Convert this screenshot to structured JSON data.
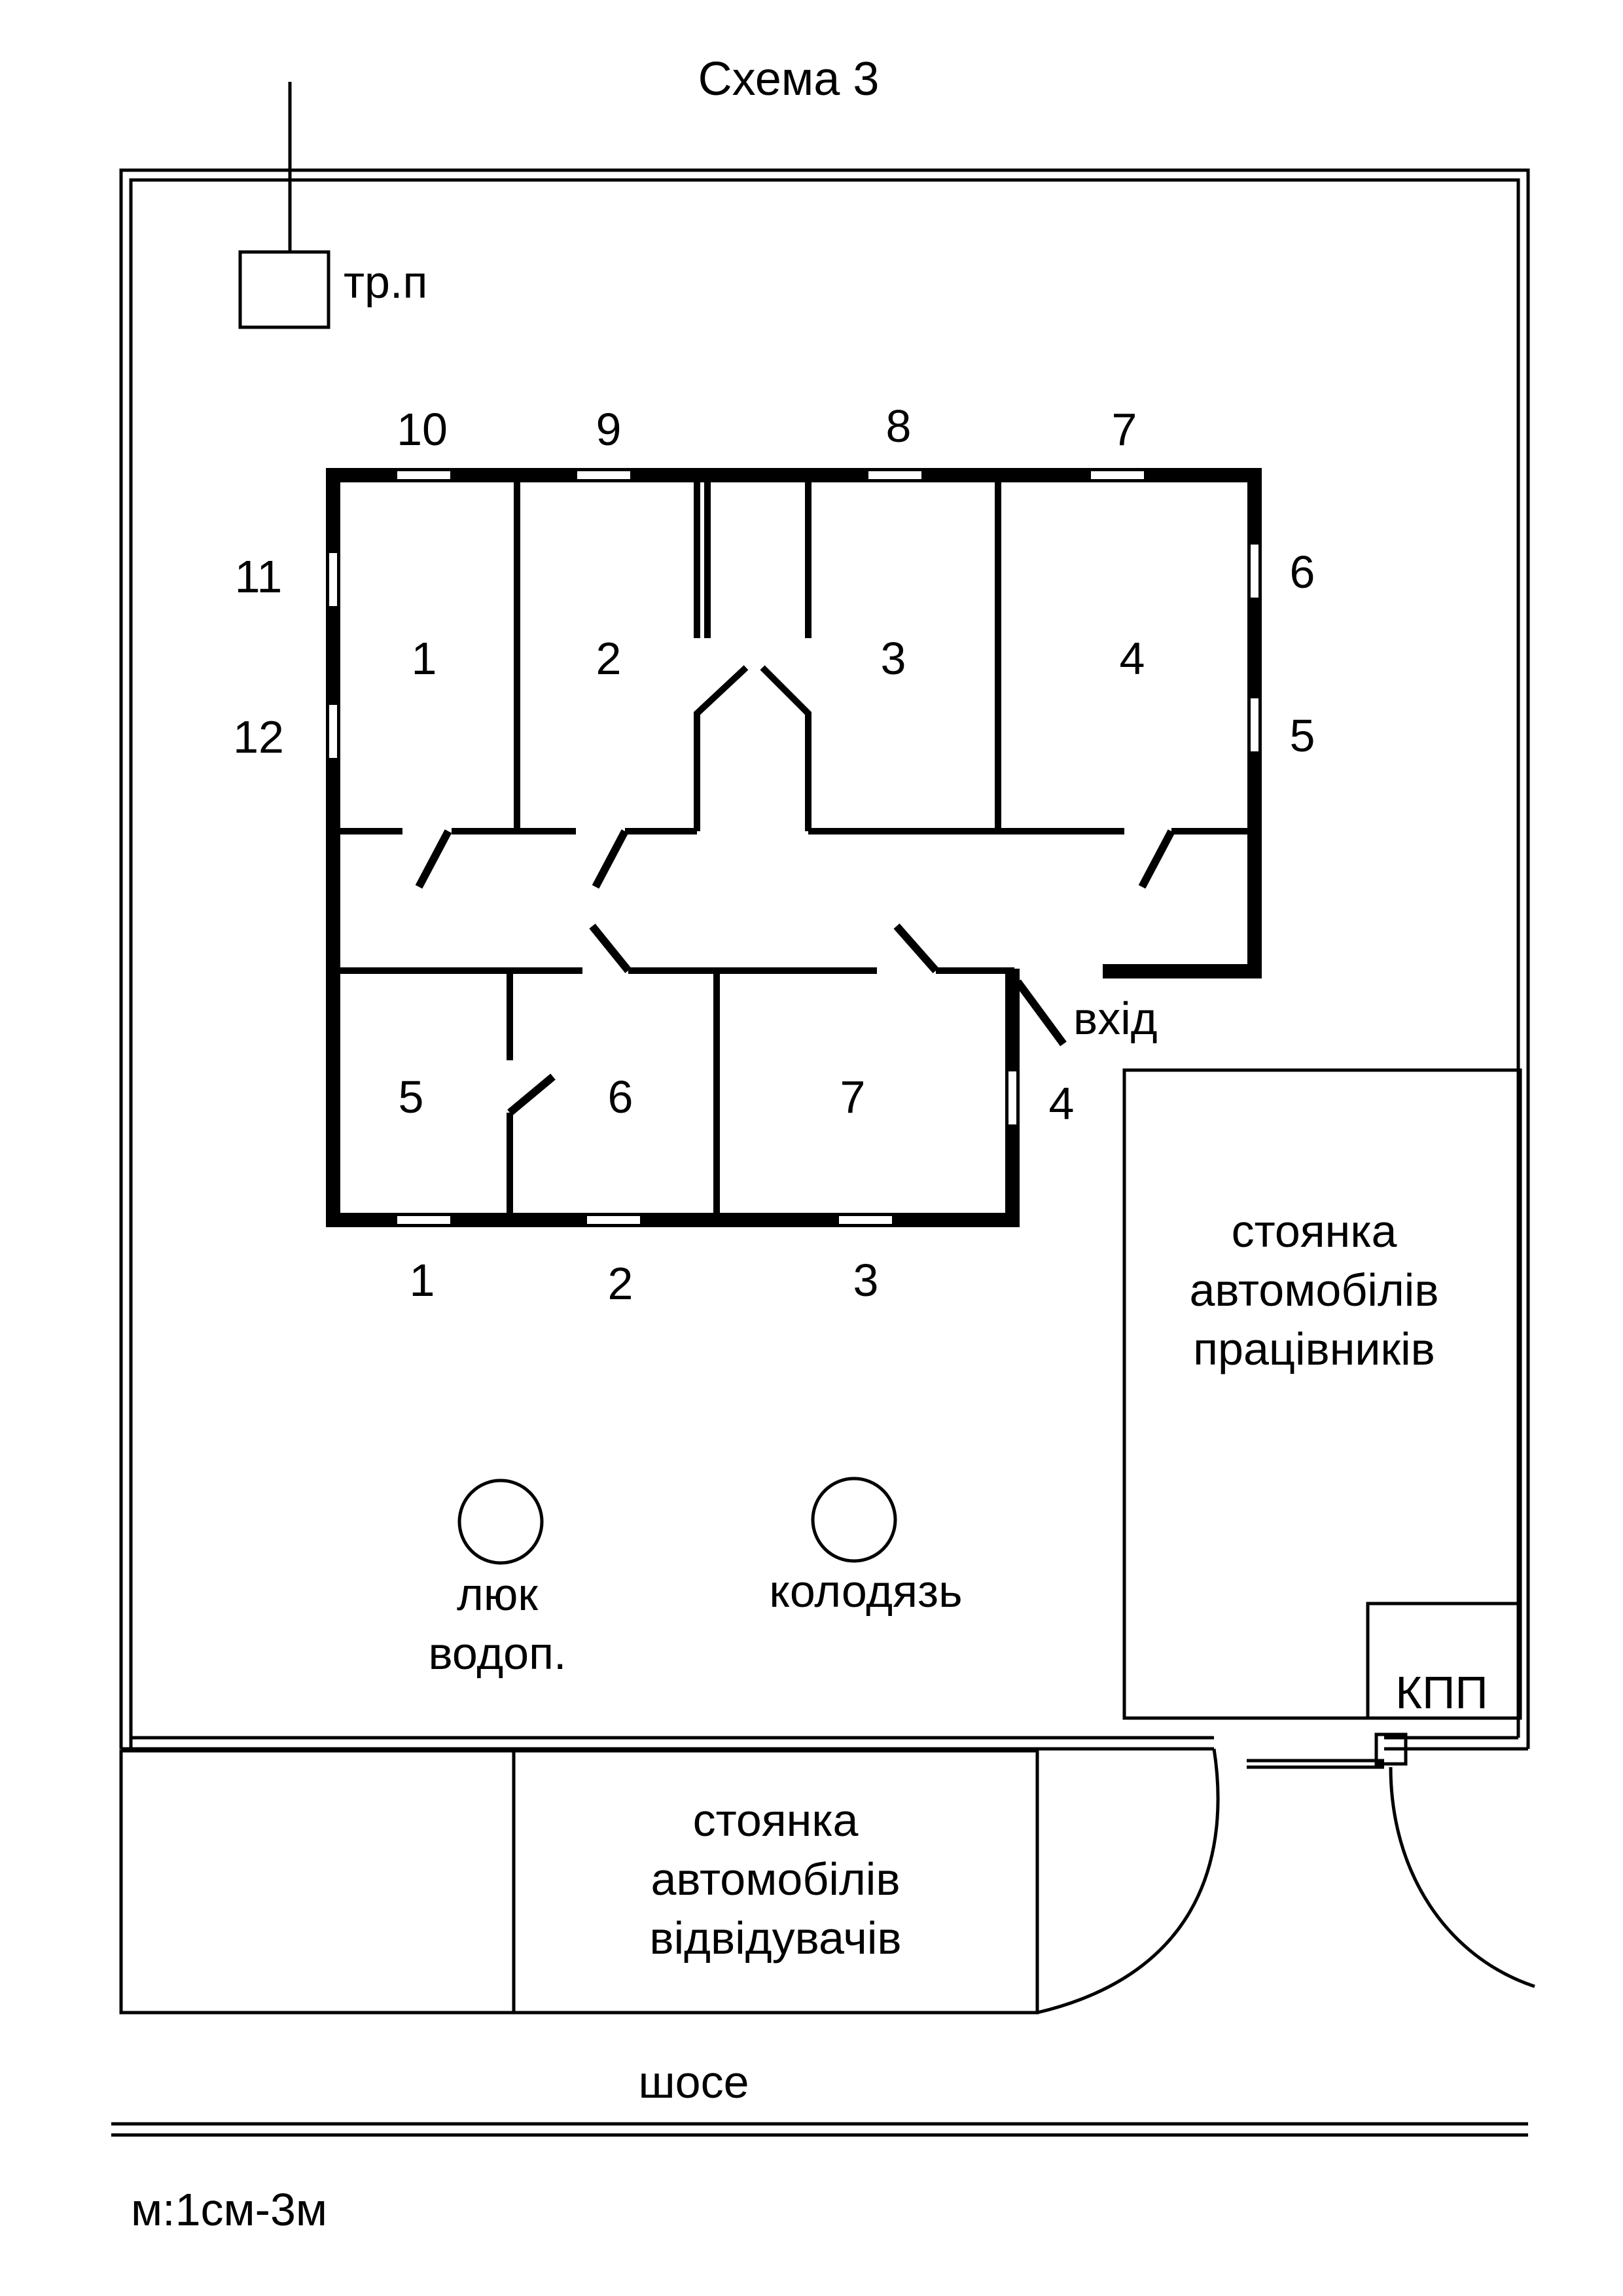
{
  "title": "Схема 3",
  "scale": "м:1см-3м",
  "labels": {
    "transformer": "тр.п",
    "entrance": "вхід",
    "manhole": [
      "люк",
      "водоп."
    ],
    "well": "колодязь",
    "checkpoint": "КПП",
    "road": "шосе",
    "staff_parking": [
      "стоянка",
      "автомобілів",
      "працівників"
    ],
    "visitor_parking": [
      "стоянка",
      "автомобілів",
      "відвідувачів"
    ]
  },
  "rooms": [
    "1",
    "2",
    "3",
    "4",
    "5",
    "6",
    "7"
  ],
  "windows": {
    "top": [
      "10",
      "9",
      "8",
      "7"
    ],
    "right": [
      "6",
      "5"
    ],
    "left": [
      "11",
      "12"
    ],
    "bottom": [
      "1",
      "2",
      "3"
    ],
    "east_wing": "4"
  }
}
